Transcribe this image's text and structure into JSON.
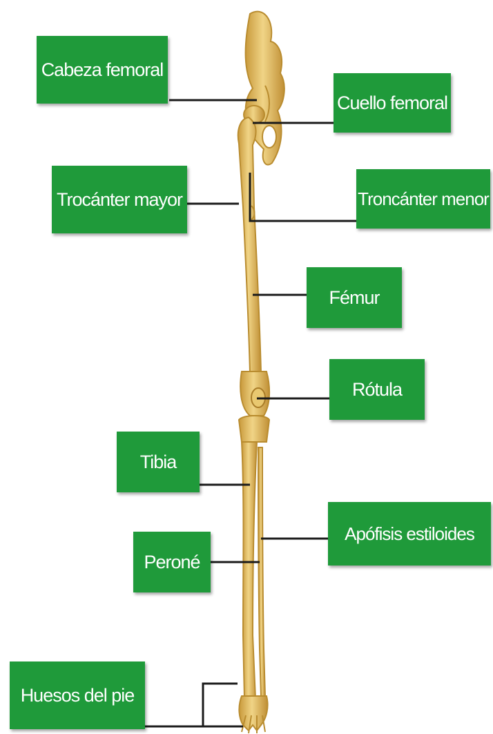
{
  "colors": {
    "label_background": "#1f9a3a",
    "label_text": "#ffffff",
    "leader_line": "#1a1a1a",
    "bone_fill": "#e2be63",
    "bone_outline": "#b98c2f"
  },
  "labels": {
    "cabeza_femoral": "Cabeza femoral",
    "cuello_femoral": "Cuello femoral",
    "trocanter_mayor": "Trocánter mayor",
    "troncanter_menor": "Troncánter menor",
    "femur": "Fémur",
    "rotula": "Rótula",
    "tibia": "Tibia",
    "perone": "Peroné",
    "apofisis_estiloides": "Apófisis estiloides",
    "huesos_del_pie": "Huesos del pie"
  }
}
